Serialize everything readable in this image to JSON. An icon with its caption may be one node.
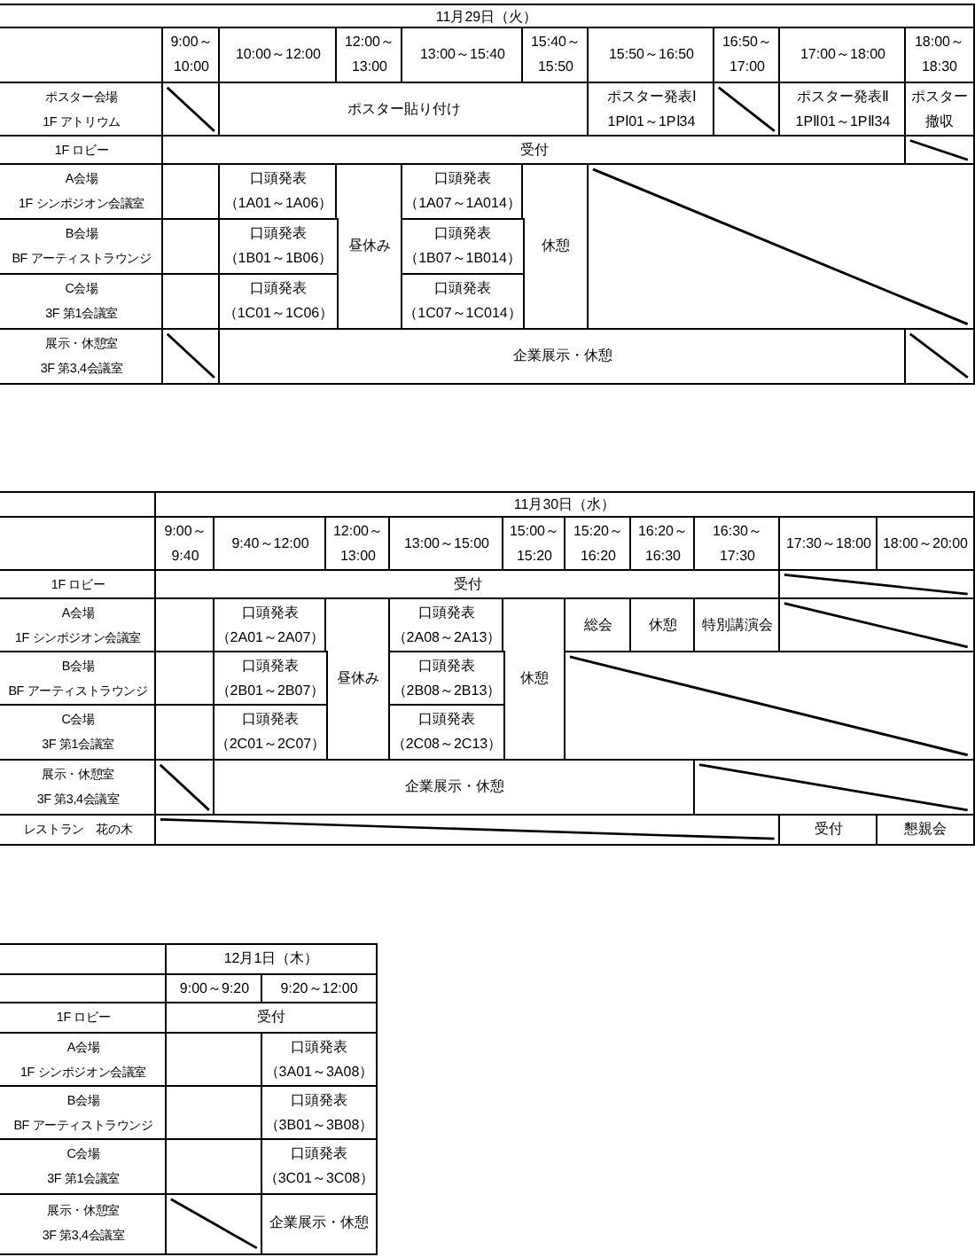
{
  "diagram": {
    "labels": [
      "11月29日（火）",
      "9:00～",
      "10:00",
      "10:00～12:00",
      "12:00～",
      "13:00",
      "13:00～15:40",
      "15:40～",
      "15:50",
      "15:50～16:50",
      "16:50～",
      "17:00",
      "17:00～18:00",
      "18:00～",
      "18:30",
      "ポスター会場",
      "1F アトリウム",
      "ポスター貼り付け",
      "ポスター発表Ⅰ",
      "1PⅠ01～1PⅠ34",
      "ポスター発表Ⅱ",
      "1PⅡ01～1PⅡ34",
      "ポスター",
      "撤収",
      "1F ロビー",
      "受付",
      "A会場",
      "1F シンポジオン会議室",
      "口頭発表",
      "（1A01～1A06）",
      "昼休み",
      "口頭発表",
      "（1A07～1A014）",
      "休憩",
      "B会場",
      "BF アーティストラウンジ",
      "口頭発表",
      "（1B01～1B06）",
      "口頭発表",
      "（1B07～1B014）",
      "C会場",
      "3F 第1会議室",
      "口頭発表",
      "（1C01～1C06）",
      "口頭発表",
      "（1C07～1C014）",
      "展示・休憩室",
      "3F 第3,4会議室",
      "企業展示・休憩",
      "11月30日（水）",
      "9:00～",
      "9:40",
      "9:40～12:00",
      "12:00～",
      "13:00",
      "13:00～15:00",
      "15:00～",
      "15:20",
      "15:20～",
      "16:20",
      "16:20～",
      "16:30",
      "16:30～",
      "17:30",
      "17:30～18:00",
      "18:00～20:00",
      "1F ロビー",
      "受付",
      "A会場",
      "1F シンポジオン会議室",
      "口頭発表",
      "（2A01～2A07）",
      "昼休み",
      "口頭発表",
      "（2A08～2A13）",
      "休憩",
      "総会",
      "休憩",
      "特別講演会",
      "B会場",
      "BF アーティストラウンジ",
      "口頭発表",
      "（2B01～2B07）",
      "口頭発表",
      "（2B08～2B13）",
      "C会場",
      "3F 第1会議室",
      "口頭発表",
      "（2C01～2C07）",
      "口頭発表",
      "（2C08～2C13）",
      "展示・休憩室",
      "3F 第3,4会議室",
      "企業展示・休憩",
      "レストラン　花の木",
      "受付",
      "懇親会",
      "12月1日（木）",
      "9:00～9:20",
      "9:20～12:00",
      "1F ロビー",
      "受付",
      "A会場",
      "1F シンポジオン会議室",
      "口頭発表",
      "（3A01～3A08）",
      "B会場",
      "BF アーティストラウンジ",
      "口頭発表",
      "（3B01～3B08）",
      "C会場",
      "3F 第1会議室",
      "口頭発表",
      "（3C01～3C08）",
      "展示・休憩室",
      "3F 第3,4会議室",
      "企業展示・休憩"
    ]
  }
}
